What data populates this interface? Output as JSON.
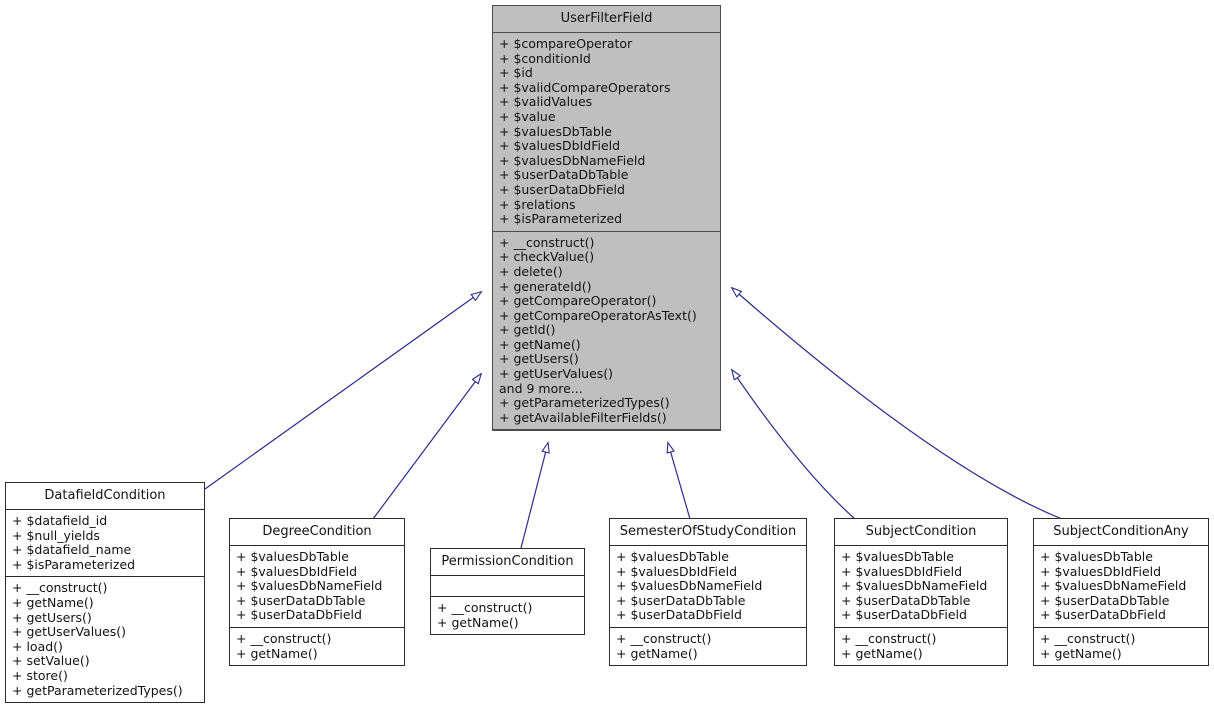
{
  "diagram": {
    "type": "uml-class-inheritance",
    "title": "UserFilterField class hierarchy",
    "edge_color": "#2a2a8c",
    "highlight_fill": "#bfbfbf",
    "border_color": "#2b2b2b",
    "background": "#ffffff"
  },
  "classes": {
    "user_filter_field": {
      "name": "UserFilterField",
      "attributes": [
        "+ $compareOperator",
        "+ $conditionId",
        "+ $id",
        "+ $validCompareOperators",
        "+ $validValues",
        "+ $value",
        "+ $valuesDbTable",
        "+ $valuesDbIdField",
        "+ $valuesDbNameField",
        "+ $userDataDbTable",
        "+ $userDataDbField",
        "+ $relations",
        "+ $isParameterized"
      ],
      "methods": [
        "+ __construct()",
        "+ checkValue()",
        "+ delete()",
        "+ generateId()",
        "+ getCompareOperator()",
        "+ getCompareOperatorAsText()",
        "+ getId()",
        "+ getName()",
        "+ getUsers()",
        "+ getUserValues()",
        "and 9 more...",
        "+ getParameterizedTypes()",
        "+ getAvailableFilterFields()"
      ]
    },
    "datafield_condition": {
      "name": "DatafieldCondition",
      "attributes": [
        "+ $datafield_id",
        "+ $null_yields",
        "+ $datafield_name",
        "+ $isParameterized"
      ],
      "methods": [
        "+ __construct()",
        "+ getName()",
        "+ getUsers()",
        "+ getUserValues()",
        "+ load()",
        "+ setValue()",
        "+ store()",
        "+ getParameterizedTypes()"
      ]
    },
    "degree_condition": {
      "name": "DegreeCondition",
      "attributes": [
        "+ $valuesDbTable",
        "+ $valuesDbIdField",
        "+ $valuesDbNameField",
        "+ $userDataDbTable",
        "+ $userDataDbField"
      ],
      "methods": [
        "+ __construct()",
        "+ getName()"
      ]
    },
    "permission_condition": {
      "name": "PermissionCondition",
      "attributes": [],
      "methods": [
        "+ __construct()",
        "+ getName()"
      ]
    },
    "semester_of_study_condition": {
      "name": "SemesterOfStudyCondition",
      "attributes": [
        "+ $valuesDbTable",
        "+ $valuesDbIdField",
        "+ $valuesDbNameField",
        "+ $userDataDbTable",
        "+ $userDataDbField"
      ],
      "methods": [
        "+ __construct()",
        "+ getName()"
      ]
    },
    "subject_condition": {
      "name": "SubjectCondition",
      "attributes": [
        "+ $valuesDbTable",
        "+ $valuesDbIdField",
        "+ $valuesDbNameField",
        "+ $userDataDbTable",
        "+ $userDataDbField"
      ],
      "methods": [
        "+ __construct()",
        "+ getName()"
      ]
    },
    "subject_condition_any": {
      "name": "SubjectConditionAny",
      "attributes": [
        "+ $valuesDbTable",
        "+ $valuesDbIdField",
        "+ $valuesDbNameField",
        "+ $userDataDbTable",
        "+ $userDataDbField"
      ],
      "methods": [
        "+ __construct()",
        "+ getName()"
      ]
    }
  },
  "edges": [
    {
      "from": "datafield_condition",
      "to": "user_filter_field",
      "kind": "generalization"
    },
    {
      "from": "degree_condition",
      "to": "user_filter_field",
      "kind": "generalization"
    },
    {
      "from": "permission_condition",
      "to": "user_filter_field",
      "kind": "generalization"
    },
    {
      "from": "semester_of_study_condition",
      "to": "user_filter_field",
      "kind": "generalization"
    },
    {
      "from": "subject_condition",
      "to": "user_filter_field",
      "kind": "generalization"
    },
    {
      "from": "subject_condition_any",
      "to": "user_filter_field",
      "kind": "generalization"
    }
  ]
}
